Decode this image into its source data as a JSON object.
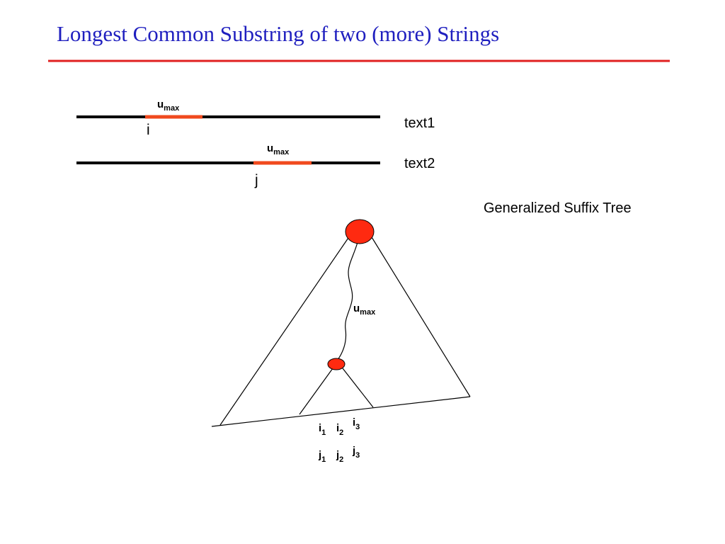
{
  "slide": {
    "title": "Longest Common Substring of two (more) Strings"
  },
  "strings": {
    "text1_label": "text1",
    "text2_label": "text2",
    "match_label": "u",
    "match_subscript": "max",
    "pos_text1": "i",
    "pos_text2": "j"
  },
  "tree": {
    "title": "Generalized Suffix Tree",
    "edge_label": "u",
    "edge_subscript": "max",
    "leaf_labels": [
      {
        "letter": "i",
        "index": "1"
      },
      {
        "letter": "i",
        "index": "2"
      },
      {
        "letter": "i",
        "index": "3"
      },
      {
        "letter": "j",
        "index": "1"
      },
      {
        "letter": "j",
        "index": "2"
      },
      {
        "letter": "j",
        "index": "3"
      }
    ]
  },
  "colors": {
    "title": "#1f1fbf",
    "rule": "#e02020",
    "highlight": "#f04a1e",
    "node_fill": "#ff2a10",
    "line": "#000000"
  }
}
